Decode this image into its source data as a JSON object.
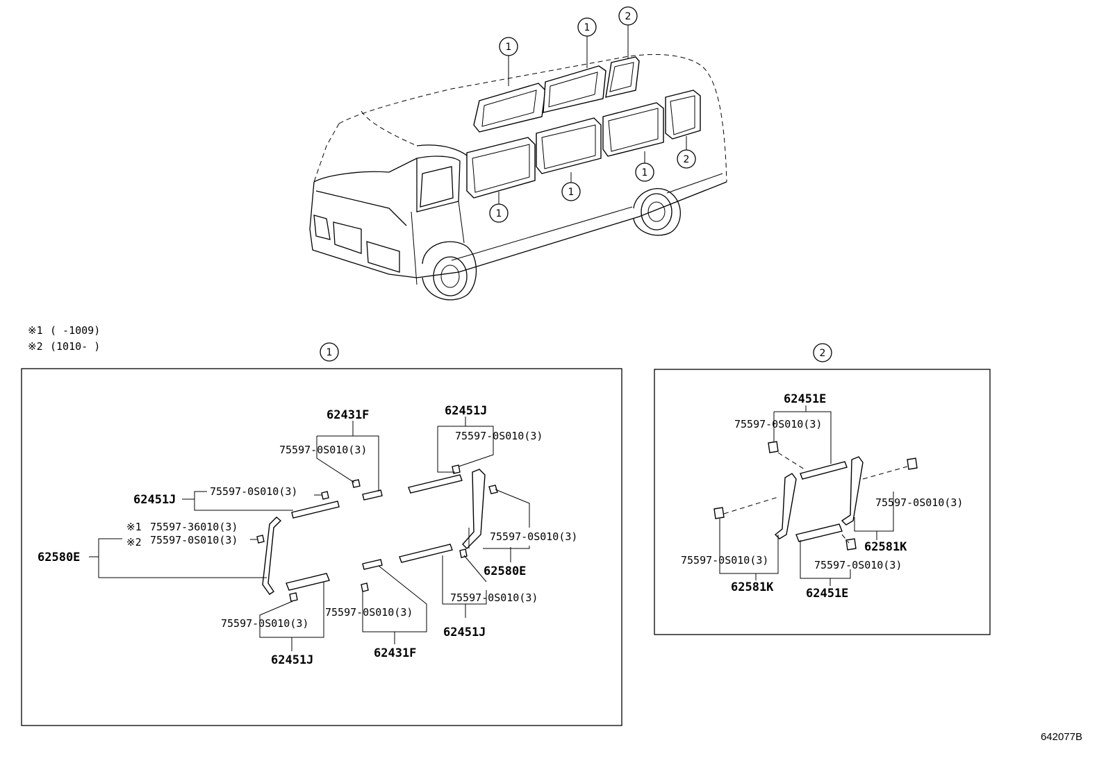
{
  "callouts": {
    "one": "1",
    "two": "2"
  },
  "notes": [
    {
      "mark": "※1",
      "text": "(      -1009)"
    },
    {
      "mark": "※2",
      "text": "(1010-      )"
    }
  ],
  "panel_one": {
    "marks": {
      "m1": "※1",
      "m2": "※2"
    },
    "parts": {
      "p62431F_top": "62431F",
      "p62451J_topright": "62451J",
      "p62451J_left": "62451J",
      "p62580E_left": "62580E",
      "p62580E_right": "62580E",
      "p62451J_bottomright": "62451J",
      "p62431F_bottom": "62431F",
      "p62451J_bottom": "62451J"
    },
    "subs": {
      "s_top_f": "75597-0S010(3)",
      "s_top_j": "75597-0S010(3)",
      "s_left_j": "75597-0S010(3)",
      "s_m1": "75597-36010(3)",
      "s_m2": "75597-0S010(3)",
      "s_right_e": "75597-0S010(3)",
      "s_br_j": "75597-0S010(3)",
      "s_bottom_f": "75597-0S010(3)",
      "s_bottom_j": "75597-0S010(3)"
    }
  },
  "panel_two": {
    "parts": {
      "p62451E_top": "62451E",
      "p62581K_right": "62581K",
      "p62581K_left": "62581K",
      "p62451E_bottom": "62451E"
    },
    "subs": {
      "s_top": "75597-0S010(3)",
      "s_right": "75597-0S010(3)",
      "s_left": "75597-0S010(3)",
      "s_bottom": "75597-0S010(3)"
    }
  },
  "diagram_code": "642077B"
}
